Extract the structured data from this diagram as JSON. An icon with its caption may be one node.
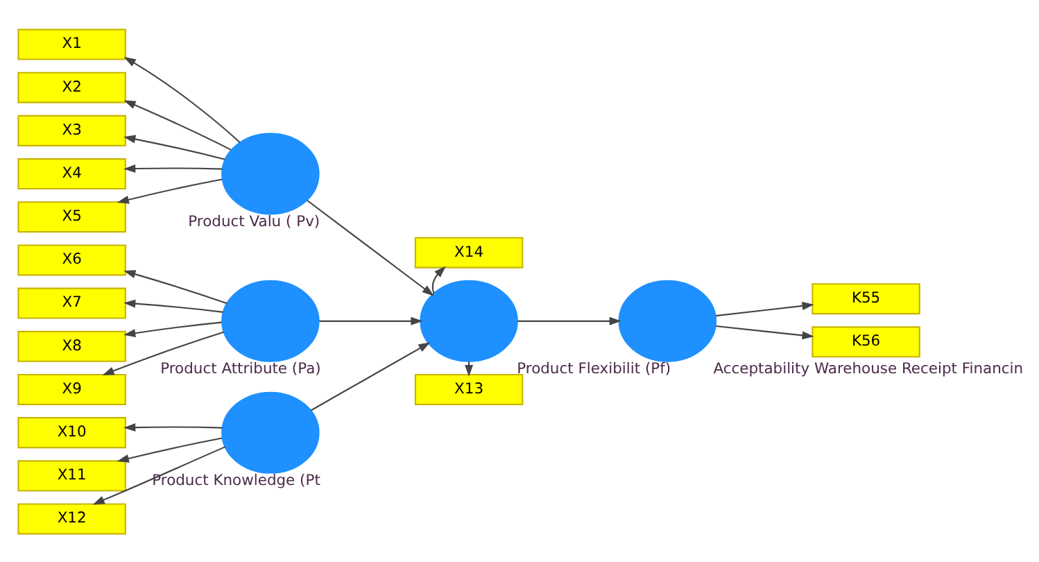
{
  "diagram": {
    "nodes": [
      {
        "text": [
          "X1"
        ]
      },
      {
        "text": [
          "X2"
        ]
      },
      {
        "text": [
          "X3"
        ]
      },
      {
        "text": [
          "X4"
        ]
      },
      {
        "text": [
          "X5"
        ]
      },
      {
        "text": [
          "Product Valu ( Pv)"
        ]
      },
      {
        "text": [
          "X6"
        ]
      },
      {
        "text": [
          "X7"
        ]
      },
      {
        "text": [
          "X8"
        ]
      },
      {
        "text": [
          "X9"
        ]
      },
      {
        "text": [
          "Product Attribute (Pa)"
        ]
      },
      {
        "text": [
          "X10"
        ]
      },
      {
        "text": [
          "X11"
        ]
      },
      {
        "text": [
          "X12"
        ]
      },
      {
        "text": [
          "Product Knowledge (Pt"
        ]
      },
      {
        "text": [
          "X13"
        ]
      },
      {
        "text": [
          "X14"
        ]
      },
      {
        "text": [
          "Product Flexibilit (Pf)"
        ]
      },
      {
        "text": [
          "Acceptability Warehouse Receipt Financin"
        ]
      },
      {
        "text": [
          "K55"
        ]
      },
      {
        "text": [
          "K56"
        ]
      }
    ],
    "edges": [
      {
        "from": 5,
        "to": 0,
        "arrow": "to"
      },
      {
        "from": 5,
        "to": 1,
        "arrow": "to"
      },
      {
        "from": 5,
        "to": 2,
        "arrow": "to"
      },
      {
        "from": 5,
        "to": 3,
        "arrow": "to"
      },
      {
        "from": 5,
        "to": 4,
        "arrow": "to"
      },
      {
        "from": 10,
        "to": 6,
        "arrow": "to"
      },
      {
        "from": 10,
        "to": 7,
        "arrow": "to"
      },
      {
        "from": 10,
        "to": 8,
        "arrow": "to"
      },
      {
        "from": 10,
        "to": 9,
        "arrow": "to"
      },
      {
        "from": 14,
        "to": 11,
        "arrow": "to"
      },
      {
        "from": 14,
        "to": 12,
        "arrow": "to"
      },
      {
        "from": 14,
        "to": 13,
        "arrow": "to"
      },
      {
        "from": 5,
        "to": 17,
        "arrow": "to"
      },
      {
        "from": 10,
        "to": 17,
        "arrow": "to"
      },
      {
        "from": 14,
        "to": 17,
        "arrow": "to"
      },
      {
        "from": 17,
        "to": 15,
        "arrow": "to"
      },
      {
        "from": 17,
        "to": 16,
        "arrow": "to"
      },
      {
        "from": 17,
        "to": 18,
        "arrow": "to"
      },
      {
        "from": 18,
        "to": 19,
        "arrow": "to"
      },
      {
        "from": 18,
        "to": 20,
        "arrow": "to"
      }
    ]
  }
}
